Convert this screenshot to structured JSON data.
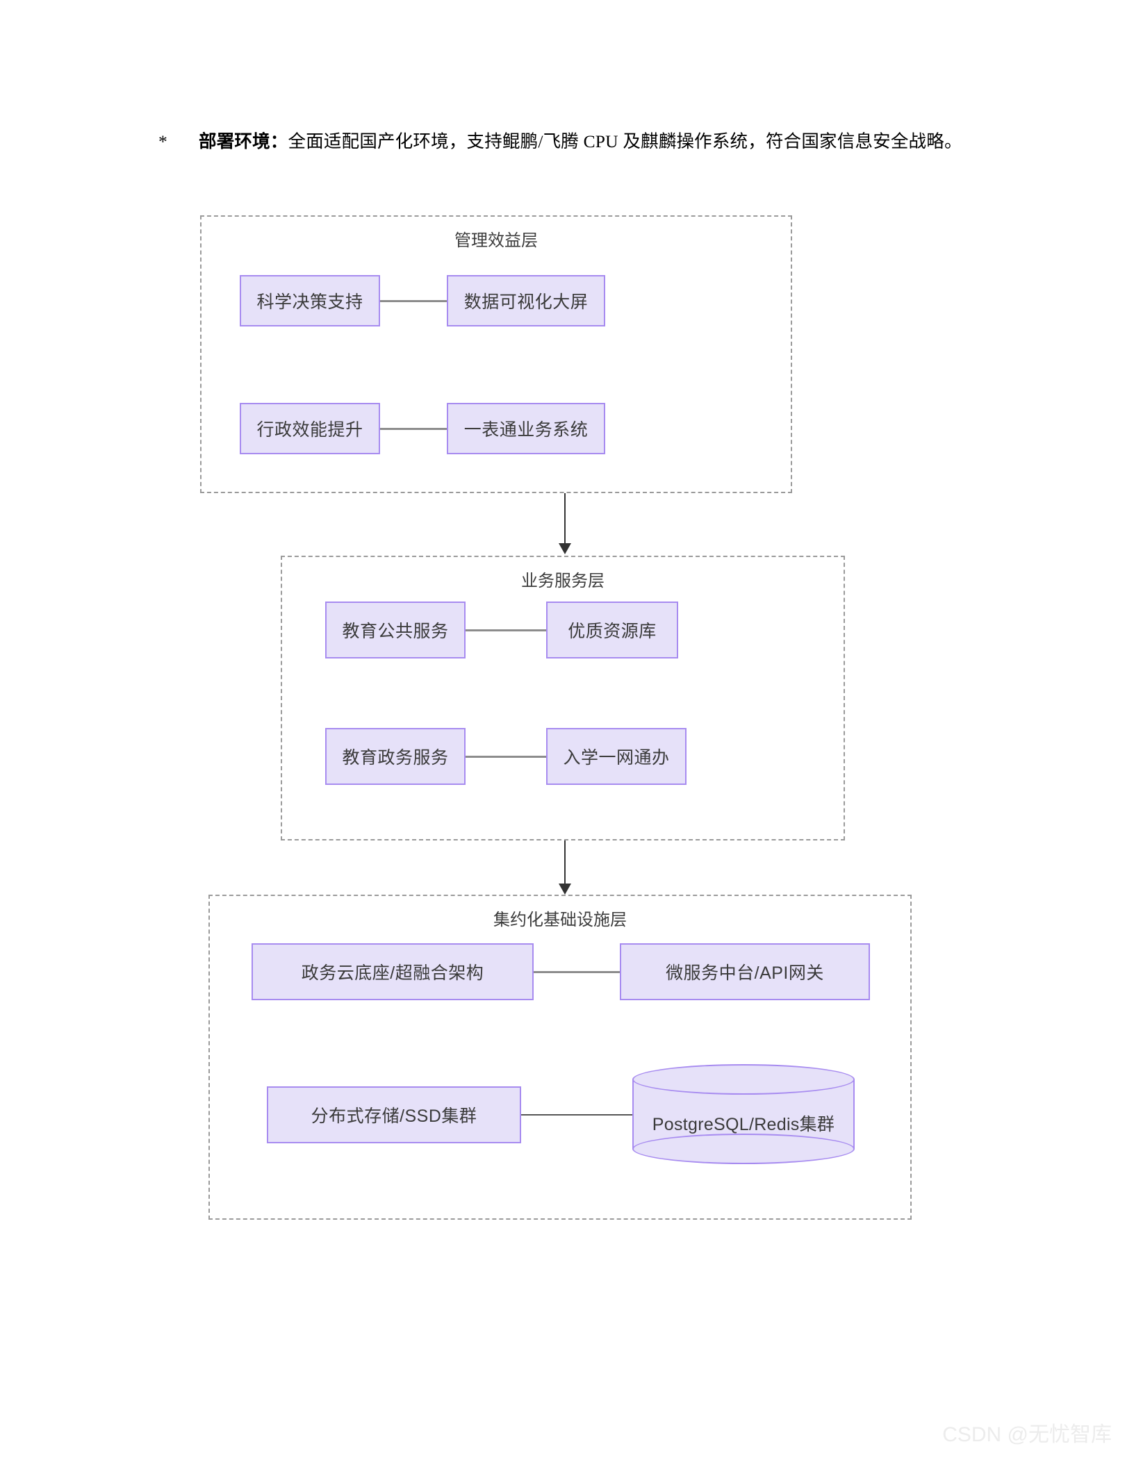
{
  "document": {
    "paragraph": {
      "bullet": "*",
      "lead": "部署环境：",
      "body": "全面适配国产化环境，支持鲲鹏/飞腾 CPU 及麒麟操作系统，符合国家信息安全战略。"
    }
  },
  "diagram": {
    "type": "layered-architecture",
    "colors": {
      "node_fill": "#e6e1f9",
      "node_border": "#a78bf0",
      "layer_border": "#9a9a9a",
      "connector": "#8c8c8c",
      "arrow": "#333333",
      "text": "#3a3a3a"
    },
    "layers": [
      {
        "id": "management-benefit",
        "title": "管理效益层",
        "nodes": [
          {
            "id": "n1",
            "label": "科学决策支持"
          },
          {
            "id": "n2",
            "label": "数据可视化大屏"
          },
          {
            "id": "n3",
            "label": "行政效能提升"
          },
          {
            "id": "n4",
            "label": "一表通业务系统"
          }
        ],
        "links": [
          {
            "from": "科学决策支持",
            "to": "数据可视化大屏"
          },
          {
            "from": "行政效能提升",
            "to": "一表通业务系统"
          }
        ]
      },
      {
        "id": "business-service",
        "title": "业务服务层",
        "nodes": [
          {
            "id": "n5",
            "label": "教育公共服务"
          },
          {
            "id": "n6",
            "label": "优质资源库"
          },
          {
            "id": "n7",
            "label": "教育政务服务"
          },
          {
            "id": "n8",
            "label": "入学一网通办"
          }
        ],
        "links": [
          {
            "from": "教育公共服务",
            "to": "优质资源库"
          },
          {
            "from": "教育政务服务",
            "to": "入学一网通办"
          }
        ]
      },
      {
        "id": "intensive-infrastructure",
        "title": "集约化基础设施层",
        "nodes": [
          {
            "id": "n9",
            "label": "政务云底座/超融合架构"
          },
          {
            "id": "n10",
            "label": "微服务中台/API网关"
          },
          {
            "id": "n11",
            "label": "分布式存储/SSD集群"
          },
          {
            "id": "n12",
            "label": "PostgreSQL/Redis集群",
            "shape": "cylinder"
          }
        ],
        "links": [
          {
            "from": "政务云底座/超融合架构",
            "to": "微服务中台/API网关"
          },
          {
            "from": "分布式存储/SSD集群",
            "to": "PostgreSQL/Redis集群"
          }
        ]
      }
    ],
    "layer_flow": [
      {
        "from": "管理效益层",
        "to": "业务服务层",
        "style": "arrow-down"
      },
      {
        "from": "业务服务层",
        "to": "集约化基础设施层",
        "style": "arrow-down"
      }
    ]
  },
  "watermark": {
    "text": "CSDN @无忧智库"
  }
}
